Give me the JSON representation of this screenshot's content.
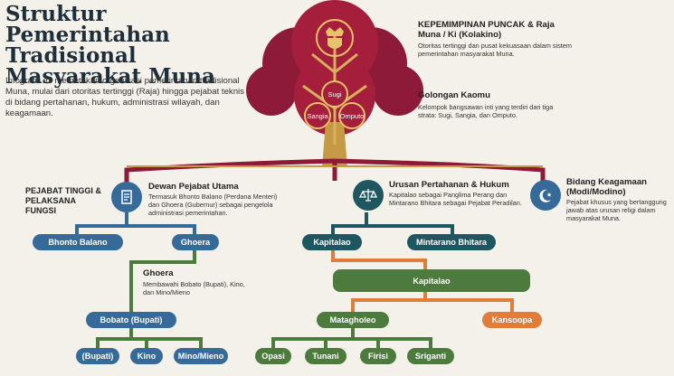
{
  "title": "Struktur Pemerintahan Tradisional Masyarakat Muna",
  "intro": "Infografis ini memetakan organisasi pemerintahan tradisional Muna, mulai dari otoritas tertinggi (Raja) hingga pejabat teknis di bidang pertahanan, hukum, administrasi wilayah, dan keagamaan.",
  "top": {
    "heading": "KEPEMIMPINAN PUNCAK & Raja Muna / Ki (Kolakino)",
    "desc": "Otoritas tertinggi dan pusat kekuasaan dalam sistem pemerintahan masyarakat Muna."
  },
  "kaomu": {
    "heading": "Golongan Kaomu",
    "desc": "Kelompok bangsawan inti yang terdiri dari tiga strata: Sugi, Sangia, dan Omputo.",
    "badges": [
      "Sugi",
      "Sangia",
      "Omputo"
    ]
  },
  "side_label": "PEJABAT TINGGI & PELAKSANA FUNGSI",
  "branches": {
    "dewan": {
      "heading": "Dewan Pejabat Utama",
      "desc": "Termasuk Bhonto Balano (Perdana Menteri) dan Ghoera (Gubernur) sebagai pengelola administrasi pemerintahan."
    },
    "urusan": {
      "heading": "Urusan Pertahanan & Hukum",
      "desc": "Kapitalao sebagai Panglima Perang dan Mintarano Bhitara sebagai Pejabat Peradilan."
    },
    "agama": {
      "heading": "Bidang Keagamaan (Modi/Modino)",
      "desc": "Pejabat khusus yang bertanggung jawab atas urusan religi dalam masyarakat Muna."
    }
  },
  "nodes": {
    "bhonto_balano": "Bhonto Balano",
    "ghoera": "Ghoera",
    "kapitalao": "Kapitalao",
    "mintarano": "Mintarano Bhitara",
    "bobato": "Bobato (Bupati)",
    "bupati": "(Bupati)",
    "kino": "Kino",
    "mino": "Mino/Mieno",
    "kapitalao_bar": "Kapitalao",
    "matagholeo": "Matagholeo",
    "kansoopa": "Kansoopa",
    "opasi": "Opasi",
    "tunani": "Tunani",
    "firisi": "Firisi",
    "sriganti": "Sriganti"
  },
  "ghoera_detail": {
    "heading": "Ghoera",
    "desc": "Membawahi Bobato (Bupati), Kino, dan Mino/Mieno"
  },
  "colors": {
    "crimson": "#a51e3b",
    "blue": "#356a99",
    "teal": "#1f5760",
    "green": "#4d7b3d",
    "orange": "#e07d3a",
    "gold": "#e8c266"
  }
}
